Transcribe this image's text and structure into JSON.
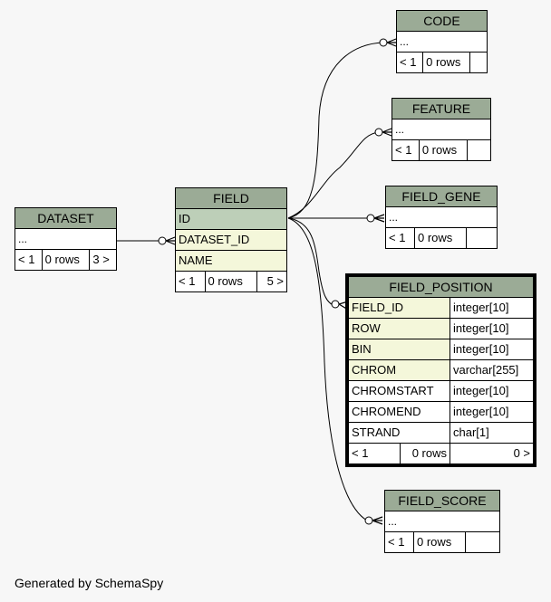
{
  "tables": {
    "code": {
      "name": "CODE",
      "rows": [
        "..."
      ],
      "footer": [
        "< 1",
        "0 rows",
        ""
      ]
    },
    "feature": {
      "name": "FEATURE",
      "rows": [
        "..."
      ],
      "footer": [
        "< 1",
        "0 rows",
        ""
      ]
    },
    "field_gene": {
      "name": "FIELD_GENE",
      "rows": [
        "..."
      ],
      "footer": [
        "< 1",
        "0 rows",
        ""
      ]
    },
    "dataset": {
      "name": "DATASET",
      "rows": [
        "..."
      ],
      "footer": [
        "< 1",
        "0 rows",
        "3 >"
      ]
    },
    "field": {
      "name": "FIELD",
      "columns": [
        "ID",
        "DATASET_ID",
        "NAME"
      ],
      "footer": [
        "< 1",
        "0 rows",
        "5 >"
      ]
    },
    "field_position": {
      "name": "FIELD_POSITION",
      "columns": [
        {
          "name": "FIELD_ID",
          "type": "integer[10]"
        },
        {
          "name": "ROW",
          "type": "integer[10]"
        },
        {
          "name": "BIN",
          "type": "integer[10]"
        },
        {
          "name": "CHROM",
          "type": "varchar[255]"
        },
        {
          "name": "CHROMSTART",
          "type": "integer[10]"
        },
        {
          "name": "CHROMEND",
          "type": "integer[10]"
        },
        {
          "name": "STRAND",
          "type": "char[1]"
        }
      ],
      "footer": [
        "< 1",
        "0 rows",
        "0 >"
      ]
    },
    "field_score": {
      "name": "FIELD_SCORE",
      "rows": [
        "..."
      ],
      "footer": [
        "< 1",
        "0 rows",
        ""
      ]
    }
  },
  "relationships": [
    {
      "from": "FIELD.ID",
      "to": "CODE"
    },
    {
      "from": "FIELD.ID",
      "to": "FEATURE"
    },
    {
      "from": "FIELD.ID",
      "to": "FIELD_GENE"
    },
    {
      "from": "FIELD.ID",
      "to": "FIELD_POSITION.FIELD_ID"
    },
    {
      "from": "FIELD.ID",
      "to": "FIELD_SCORE"
    },
    {
      "from": "DATASET",
      "to": "FIELD.DATASET_ID"
    }
  ],
  "footer_text": "Generated by SchemaSpy"
}
